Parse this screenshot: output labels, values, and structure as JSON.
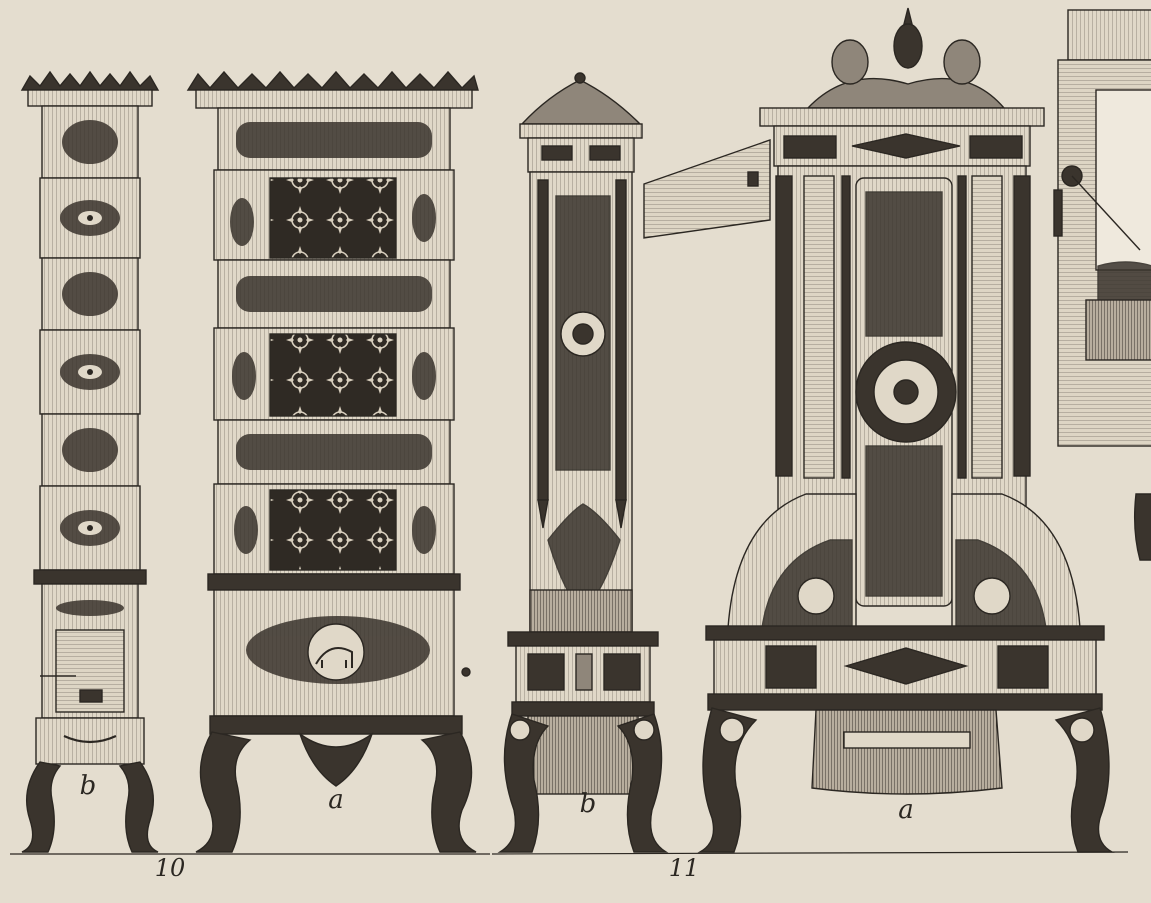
{
  "plate": {
    "paper_color": "#e4ddcf",
    "ink_color": "#2b2722",
    "dark_fill": "#3a342d",
    "mid_fill": "#8f867a"
  },
  "figures": [
    {
      "number": "10",
      "views": [
        {
          "letter": "b"
        },
        {
          "letter": "a"
        }
      ]
    },
    {
      "number": "11",
      "views": [
        {
          "letter": "b"
        },
        {
          "letter": "a"
        }
      ]
    }
  ]
}
